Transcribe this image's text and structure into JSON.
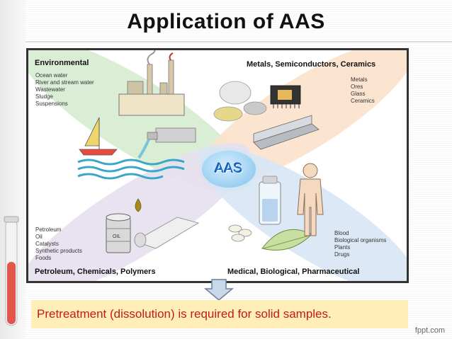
{
  "slide": {
    "title": "Application of AAS",
    "footer_brand": "fppt.com"
  },
  "diagram": {
    "center_label": "AAS",
    "quadrants": {
      "top_left": {
        "heading": "Environmental",
        "items": [
          "Ocean water",
          "River and stream water",
          "Wastewater",
          "Sludge",
          "Suspensions"
        ]
      },
      "top_right": {
        "heading": "Metals, Semiconductors, Ceramics",
        "items": [
          "Metals",
          "Ores",
          "Glass",
          "Ceramics"
        ]
      },
      "bottom_left": {
        "heading": "Petroleum, Chemicals, Polymers",
        "items": [
          "Petroleum",
          "Oil",
          "Catalysts",
          "Synthetic products",
          "Foods"
        ]
      },
      "bottom_right": {
        "heading": "Medical, Biological, Pharmaceutical",
        "items": [
          "Blood",
          "Biological organisms",
          "Plants",
          "Drugs"
        ]
      }
    },
    "oil_drum_label": "OIL",
    "colors": {
      "green_petal": "#d6ecd0",
      "orange_petal": "#fbe2cc",
      "purple_petal": "#e6dff0",
      "blue_petal": "#d8e6f5",
      "aas_text": "#1a6fd0"
    }
  },
  "note": {
    "text": "Pretreatment (dissolution) is required for solid samples."
  }
}
